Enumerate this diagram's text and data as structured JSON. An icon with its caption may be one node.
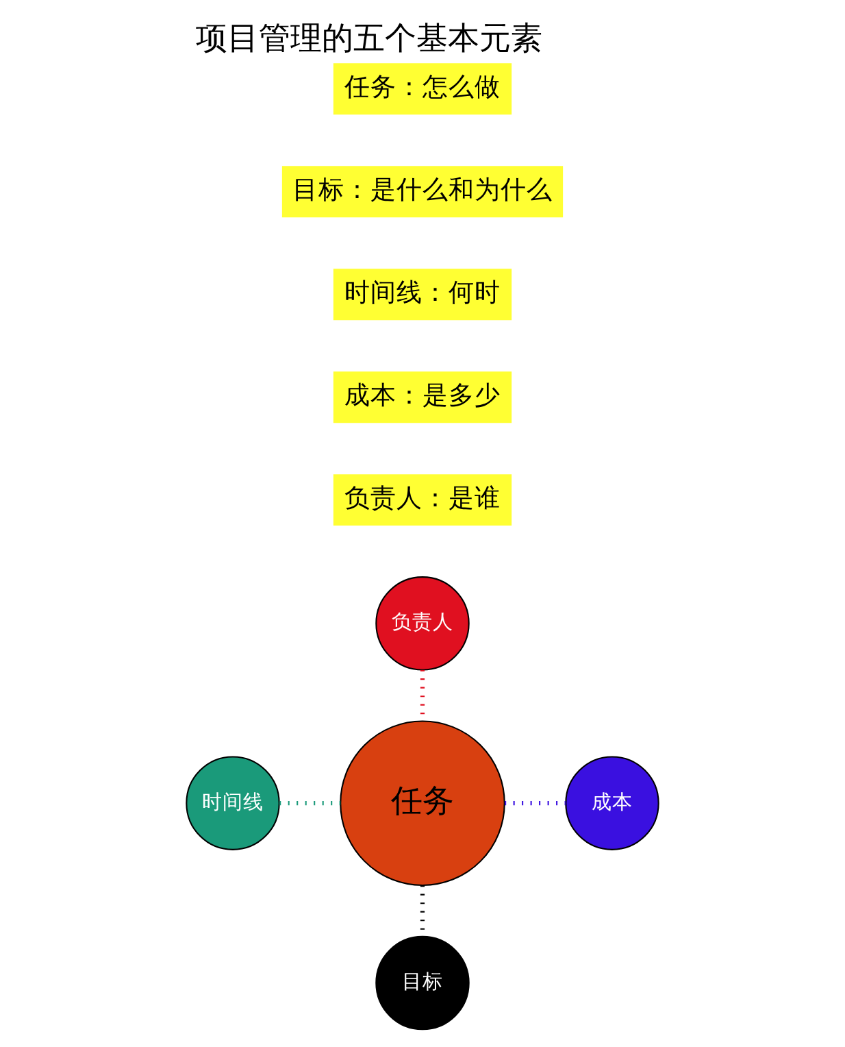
{
  "diagram": {
    "title": "项目管理的五个基本元素",
    "nodes": [
      {
        "text": [
          "负责人"
        ]
      },
      {
        "text": [
          "时间线"
        ]
      },
      {
        "text": [
          "任务"
        ]
      },
      {
        "text": [
          "成本"
        ]
      },
      {
        "text": [
          "目标"
        ]
      }
    ],
    "edges": [
      {
        "from": 0,
        "to": 2,
        "arrow": "none",
        "style": "dashed",
        "color": "#e01020"
      },
      {
        "from": 1,
        "to": 2,
        "arrow": "none",
        "style": "dashed",
        "color": "#1a9a7a"
      },
      {
        "from": 2,
        "to": 3,
        "arrow": "none",
        "style": "dashed",
        "color": "#3a10e0"
      },
      {
        "from": 2,
        "to": 4,
        "arrow": "none",
        "style": "dashed",
        "color": "#000000"
      }
    ],
    "labels": [
      "任务：怎么做",
      "目标：是什么和为什么",
      "时间线：何时",
      "成本：是多少",
      "负责人：是谁"
    ]
  }
}
